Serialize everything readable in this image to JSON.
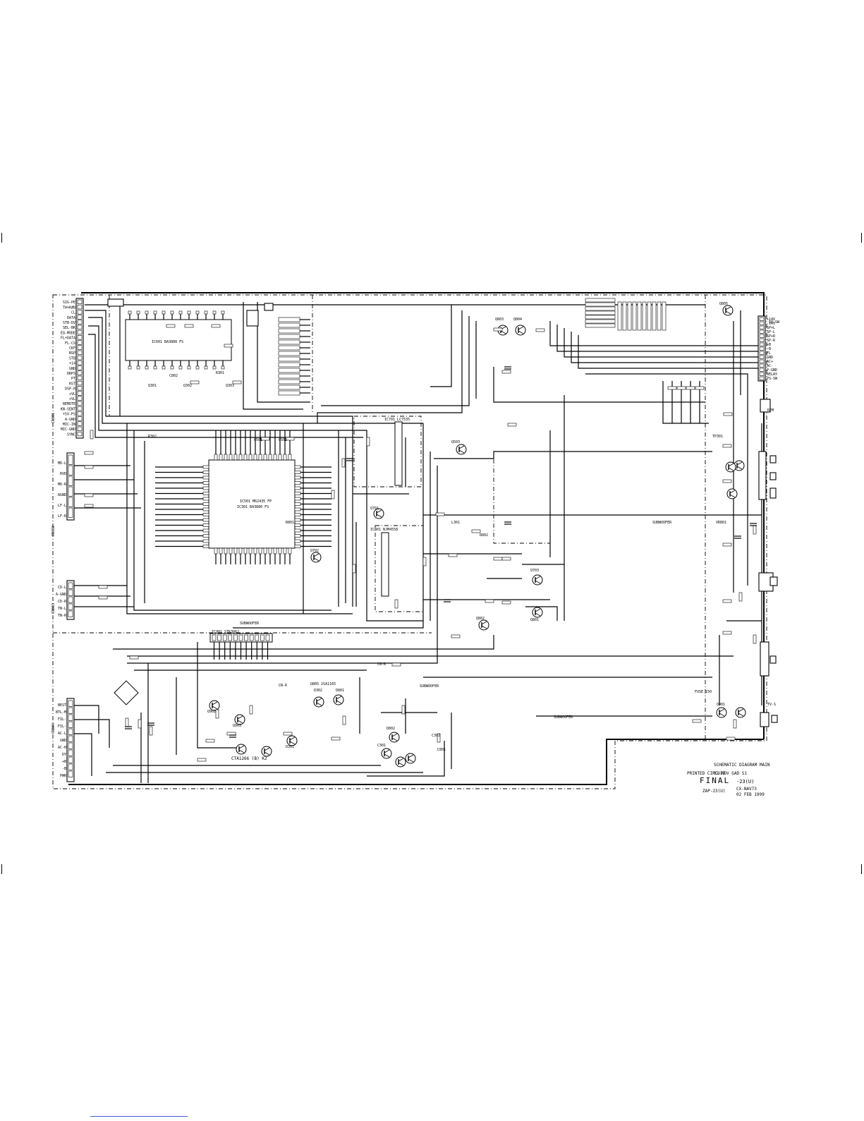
{
  "diagram": {
    "connectors_left": [
      "CN601",
      "CN602",
      "CN603",
      "CN604"
    ],
    "connector_left_top_pins": [
      "SIG-PE",
      "TH+K#B",
      "CL",
      "DATA",
      "STB-DV",
      "SEL-BK",
      "EQ-MODE",
      "FL+DATA",
      "FL-CS",
      "CKF",
      "BSP",
      "STB",
      "+14",
      "GND",
      "DRPS",
      "PT",
      "RST",
      "DSP-R",
      "+VL",
      "+VL",
      "REMOTE",
      "KN-SENT",
      "+5V-PS",
      "A-GND",
      "MIC-IN",
      "MIC-GND",
      "SYNC"
    ],
    "connector_left_mid_pins": [
      "MD-L",
      "RVD",
      "MD-R",
      "AGND",
      "LF-L",
      "LF-R"
    ],
    "connector_left_low_pins": [
      "CD-L",
      "A-GND",
      "CD-R",
      "TN-L",
      "TN-R"
    ],
    "connector_left_bottom_pins": [
      "BEST",
      "BTL-M",
      "FIL-",
      "FIL-",
      "AC-L",
      "GND",
      "AC-H",
      "DY",
      "+B",
      "-B",
      "PWR"
    ],
    "connectors_right_top_pins": [
      "+14V",
      "-14V",
      "SP+L",
      "SP-L",
      "SP+R",
      "SP-R",
      "+B",
      "-B",
      "FL",
      "GND",
      "AC+",
      "AC-",
      "P-GND",
      "RELAY",
      "PS-SW"
    ],
    "ic_labels": [
      "IC601 BA3880 FS",
      "IC301 BA3880 FS",
      "IC501 M62435 FP",
      "IC701 LC7535",
      "IC901 STK3062",
      "IC801 NJM4558"
    ],
    "part_labels": [
      "Q301",
      "Q302",
      "Q303",
      "Q501",
      "Q502",
      "Q503",
      "Q701",
      "Q702",
      "Q703",
      "Q801",
      "Q802",
      "Q803",
      "Q804",
      "Q805",
      "Q901",
      "Q902",
      "Q903",
      "D301",
      "D302",
      "D801",
      "D802",
      "C301",
      "C302",
      "C801",
      "C802",
      "R301",
      "R302",
      "R801",
      "R802",
      "L301",
      "TP301",
      "VR801"
    ],
    "bus_labels": [
      "SUBWOOFER",
      "SUBWOOFER",
      "SUBWOOFER",
      "SUBWOOFER",
      "CN-R",
      "CN-R"
    ],
    "bottom_transistor_label": "CTA1266 (B) K2",
    "mid_transistor_label": "Q805 2SA1165",
    "spare_labels": [
      "FUSE 150",
      "SP-SW",
      "REM",
      "TV-S"
    ]
  },
  "title_block": {
    "line1": "SCHEMATIC DIAGRAM MAIN",
    "line2_left": "PRINTED CIRCUIT",
    "stamp": "FINAL",
    "model": "ZAP-23(U)",
    "line2_right": "02   NOV   GAD  S1",
    "rev": "-23(U)",
    "sub": "CX-NAV73",
    "date": "02  FEB  1999"
  }
}
